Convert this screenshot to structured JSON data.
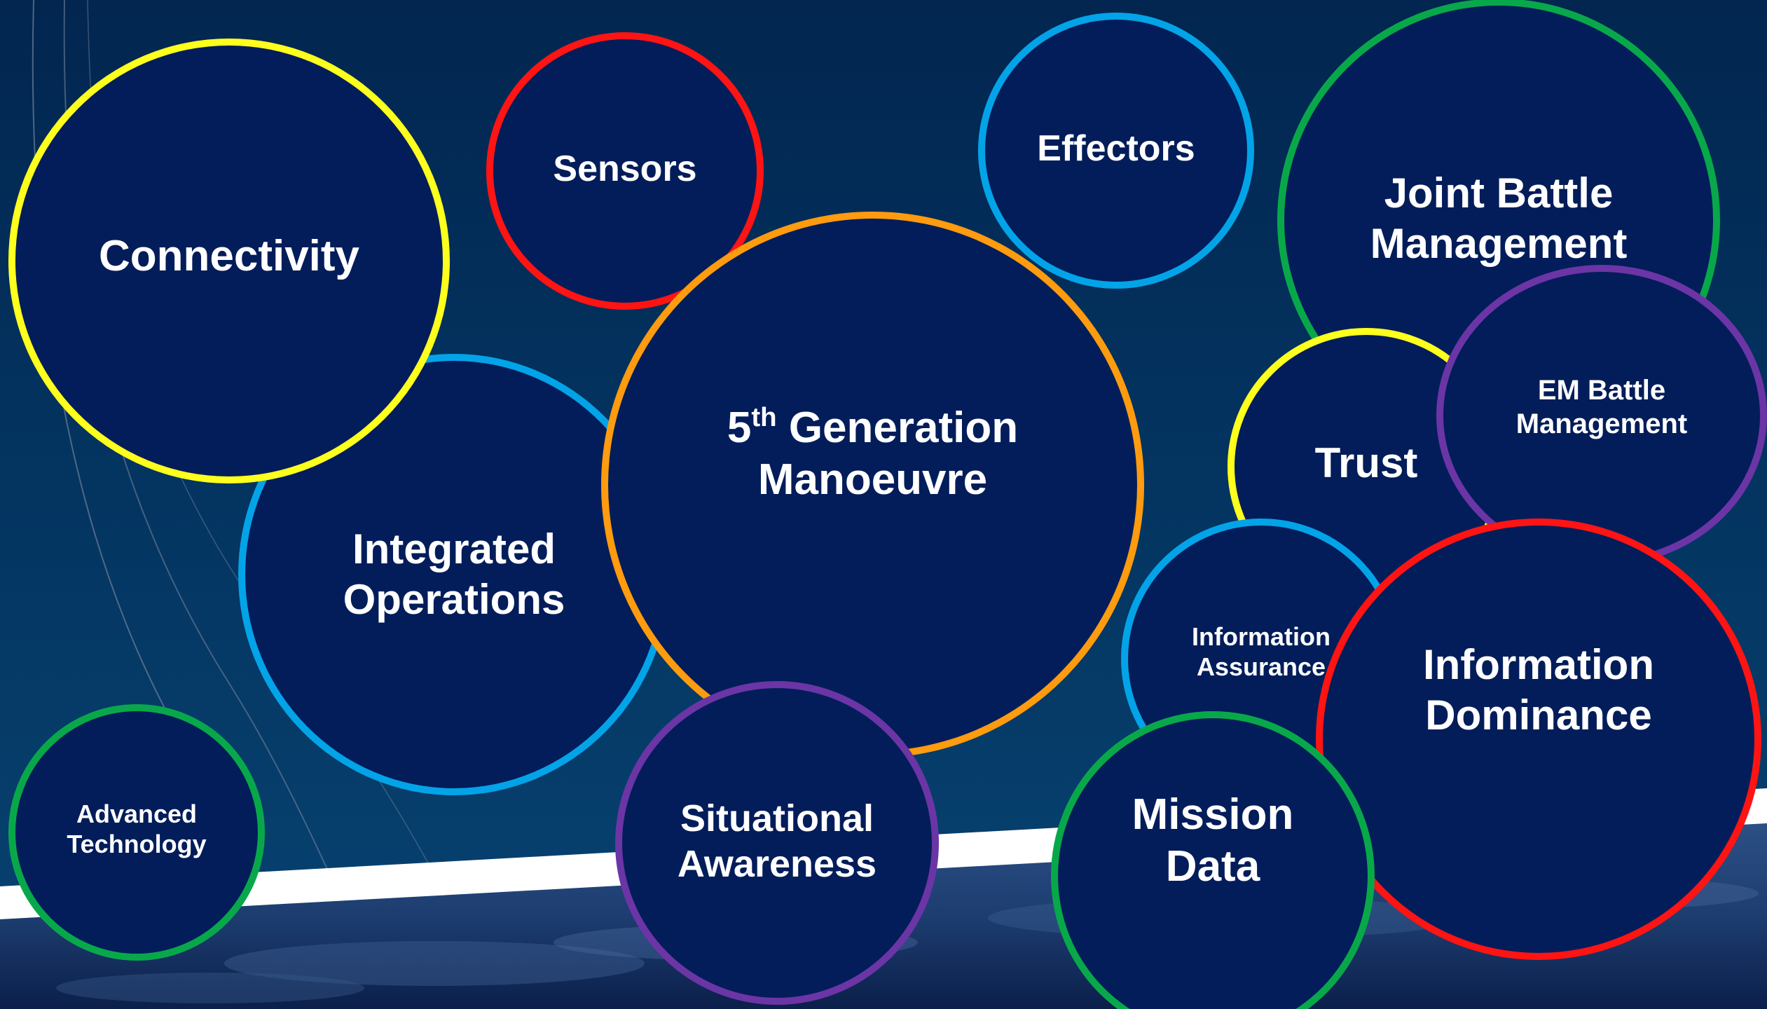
{
  "colors": {
    "yellow": "#ffff1e",
    "red": "#ff1414",
    "blue": "#03a3e8",
    "green": "#08a84a",
    "orange": "#ff9b0f",
    "purple": "#6b35a5",
    "bubble_fill": "#031d5a",
    "background": "#022a50"
  },
  "bubbles": {
    "connectivity": {
      "label": "Connectivity",
      "ring_color": "yellow"
    },
    "sensors": {
      "label": "Sensors",
      "ring_color": "red"
    },
    "effectors": {
      "label": "Effectors",
      "ring_color": "blue"
    },
    "joint_battle_management": {
      "line1": "Joint Battle",
      "line2": "Management",
      "ring_color": "green"
    },
    "integrated_operations": {
      "line1": "Integrated",
      "line2": "Operations",
      "ring_color": "blue"
    },
    "fifth_generation_manoeuvre": {
      "line1_number": "5",
      "line1_sup": "th",
      "line1_rest": " Generation",
      "line2": "Manoeuvre",
      "ring_color": "orange"
    },
    "trust": {
      "label": "Trust",
      "ring_color": "yellow"
    },
    "em_battle_management": {
      "line1": "EM Battle",
      "line2": "Management",
      "ring_color": "purple"
    },
    "information_assurance": {
      "line1": "Information",
      "line2": "Assurance",
      "ring_color": "blue"
    },
    "information_dominance": {
      "line1": "Information",
      "line2": "Dominance",
      "ring_color": "red"
    },
    "advanced_technology": {
      "line1": "Advanced",
      "line2": "Technology",
      "ring_color": "green"
    },
    "situational_awareness": {
      "line1": "Situational",
      "line2": "Awareness",
      "ring_color": "purple"
    },
    "mission_data": {
      "line1": "Mission",
      "line2": "Data",
      "ring_color": "green"
    }
  }
}
